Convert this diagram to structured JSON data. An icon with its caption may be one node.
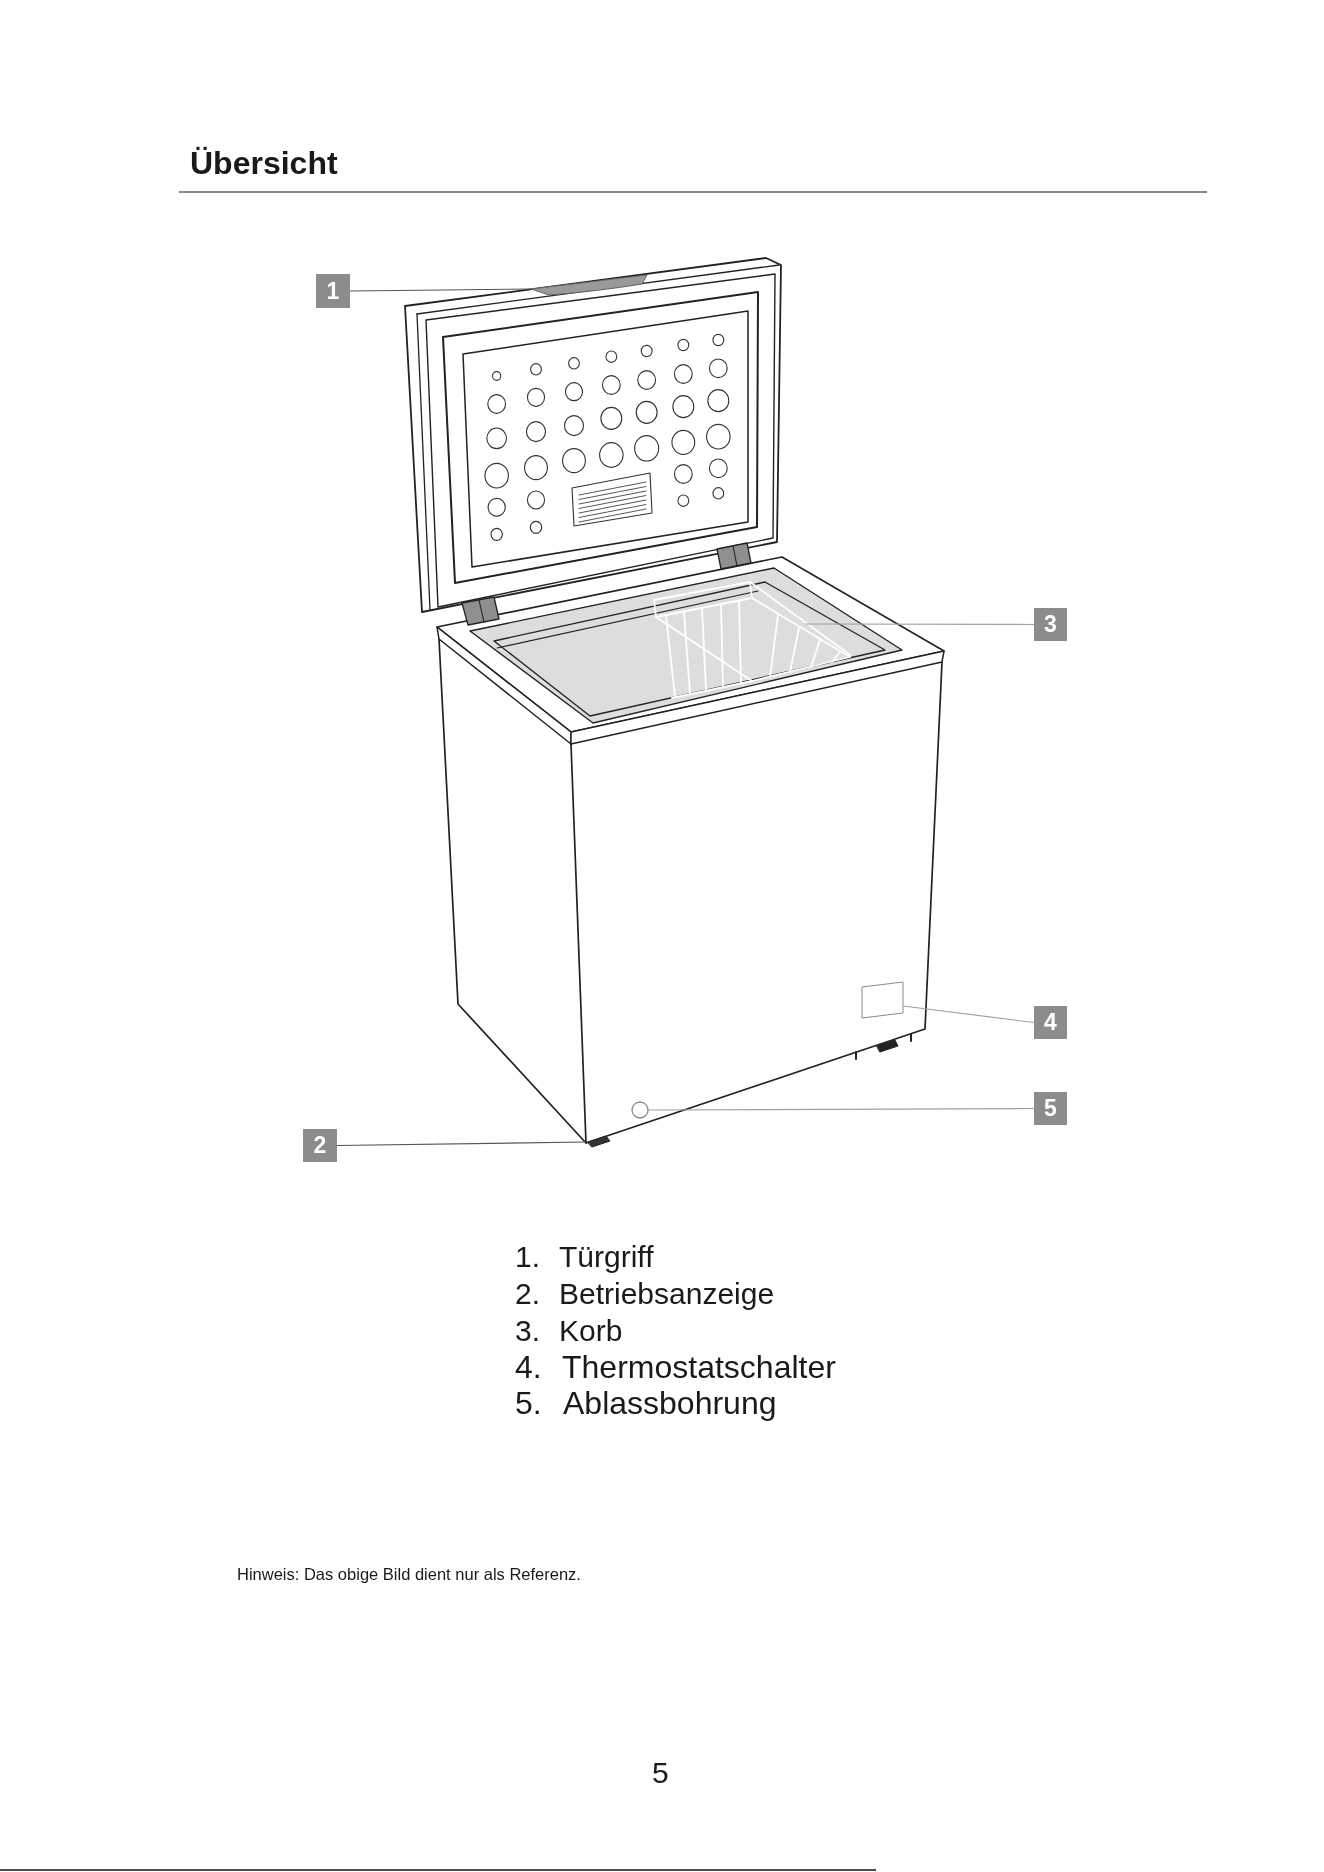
{
  "diagram": {
    "title": "Übersicht",
    "nodes": [
      {
        "text": [
          "1"
        ]
      },
      {
        "text": [
          "3"
        ]
      },
      {
        "text": [
          "4"
        ]
      },
      {
        "text": [
          "5"
        ]
      },
      {
        "text": [
          "2"
        ]
      },
      {
        "text": [],
        "shape": "bar"
      },
      {
        "text": [],
        "shape": "picture"
      },
      {
        "text": [],
        "shape": "box"
      },
      {
        "text": [],
        "shape": "circle"
      }
    ],
    "edges": [
      {
        "from": 0,
        "to": 5,
        "arrow": "none",
        "color": "#555555"
      },
      {
        "from": 1,
        "to": 6,
        "arrow": "none"
      },
      {
        "from": 2,
        "to": 7,
        "arrow": "none"
      },
      {
        "from": 3,
        "to": 8,
        "arrow": "none"
      },
      {
        "from": 4,
        "to": null,
        "arrow": "none",
        "color": "#555555"
      }
    ],
    "labels": [
      "1.",
      "Türgriff",
      "2.",
      "Betriebsanzeige",
      "3.",
      "Korb",
      "4.",
      "Thermostatschalter",
      "5.",
      "Ablassbohrung",
      "Hinweis: Das obige Bild dient nur als Referenz.",
      "5"
    ]
  }
}
